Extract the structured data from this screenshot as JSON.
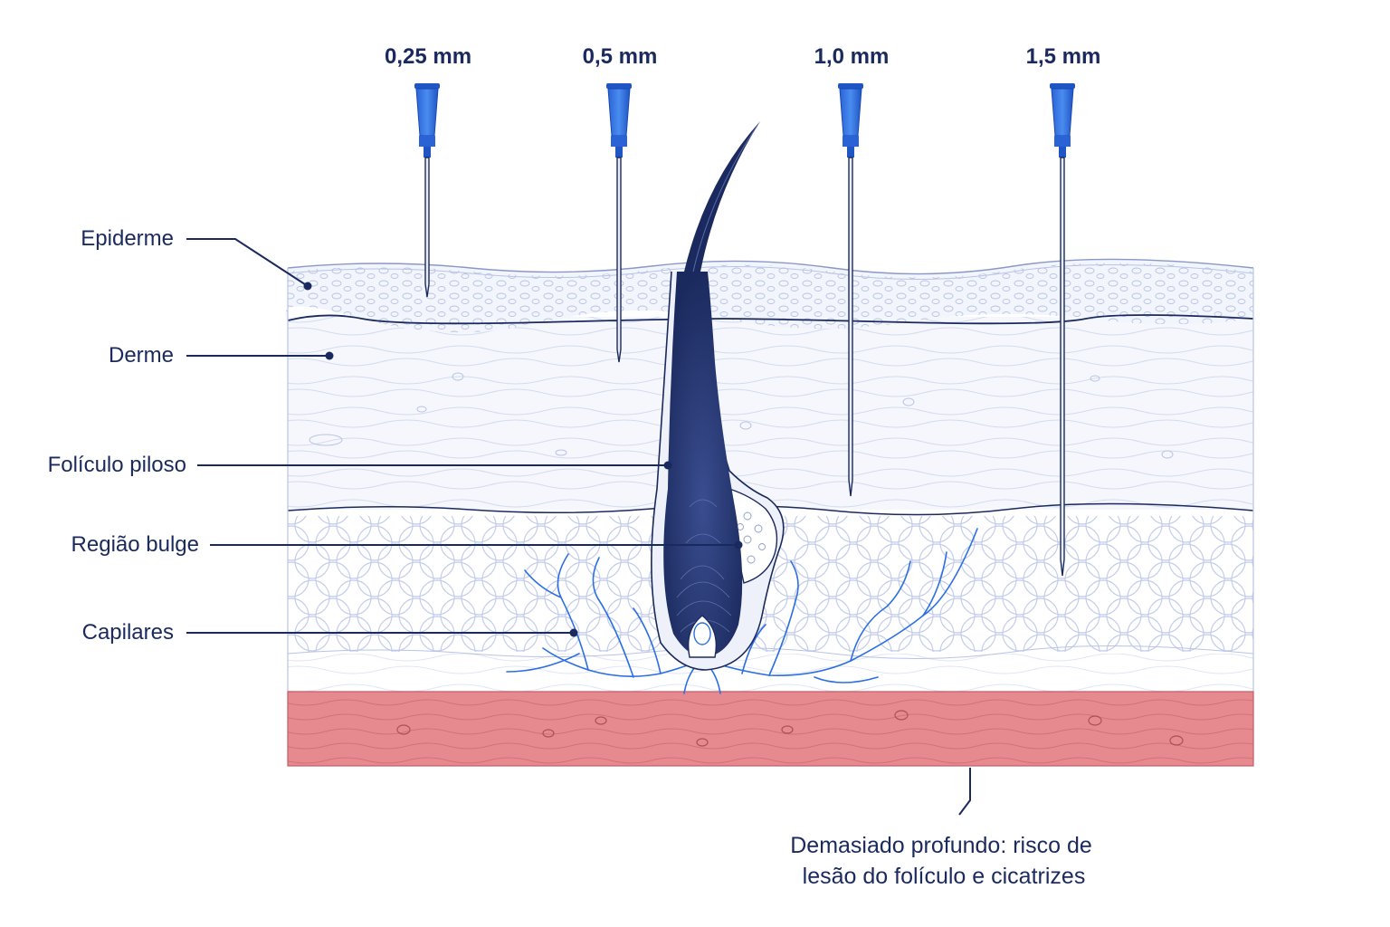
{
  "needles": [
    {
      "label": "0,25 mm",
      "depth_mm": 0.25
    },
    {
      "label": "0,5 mm",
      "depth_mm": 0.5
    },
    {
      "label": "1,0 mm",
      "depth_mm": 1.0
    },
    {
      "label": "1,5 mm",
      "depth_mm": 1.5
    }
  ],
  "labels": {
    "epidermis": "Epiderme",
    "dermis": "Derme",
    "follicle": "Folículo piloso",
    "bulge": "Região bulge",
    "capillaries": "Capilares"
  },
  "warning": {
    "line1": "Demasiado profundo: risco de",
    "line2": "lesão do folículo e cicatrizes"
  },
  "colors": {
    "ink": "#1b2a5e",
    "needle_hub": "#2f6fe0",
    "capillary": "#2b6fe3",
    "danger_zone": "#e3898f",
    "tissue_line": "#b9c4e6"
  }
}
